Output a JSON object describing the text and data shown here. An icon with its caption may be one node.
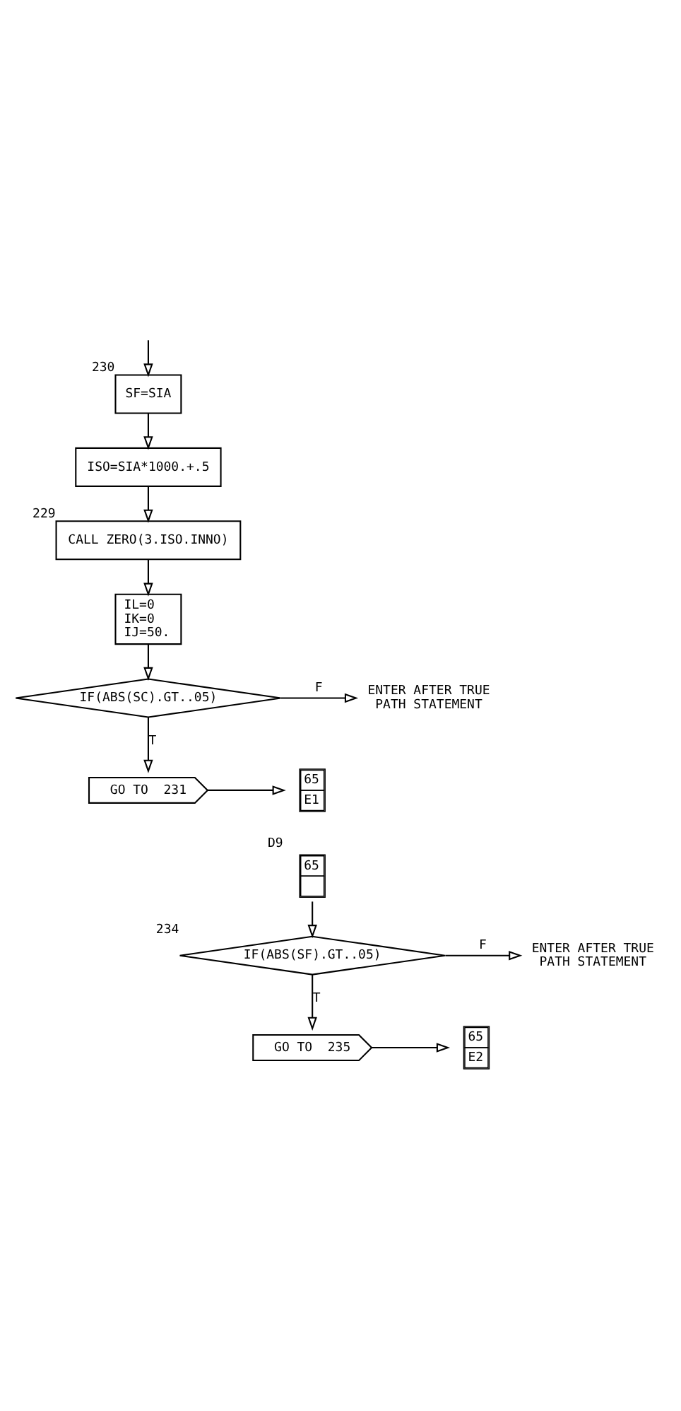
{
  "diagram": {
    "nodes": [
      {
        "text": [
          "SF=SIA"
        ],
        "beside": [
          "230"
        ]
      },
      {
        "text": [
          "ISO=SIA*1000.+.5"
        ]
      },
      {
        "text": [
          "CALL ZERO(3.ISO.INNO)"
        ],
        "beside": [
          "229"
        ]
      },
      {
        "text": [
          "IL=0",
          "IK=0",
          "IJ=50."
        ]
      },
      {
        "text": [
          "IF(ABS(SC).GT..05)"
        ]
      },
      {
        "text": [
          "ENTER AFTER TRUE PATH STATEMENT"
        ]
      },
      {
        "text": [
          "GO TO  231"
        ]
      },
      {
        "text": [
          "65",
          "E1"
        ]
      },
      {
        "text": [
          "65"
        ],
        "beside": [
          "D9"
        ]
      },
      {
        "text": [
          "IF(ABS(SF).GT..05)"
        ],
        "beside": [
          "234"
        ]
      },
      {
        "text": [
          "ENTER AFTER TRUE PATH STATEMENT"
        ]
      },
      {
        "text": [
          "GO TO  235"
        ]
      },
      {
        "text": [
          "65",
          "E2"
        ]
      }
    ],
    "edges": [
      {
        "from": null,
        "to": 0,
        "arrow": "to"
      },
      {
        "from": 0,
        "to": 1,
        "arrow": "to"
      },
      {
        "from": 1,
        "to": 2,
        "arrow": "to"
      },
      {
        "from": 2,
        "to": 3,
        "arrow": "to"
      },
      {
        "from": 3,
        "to": 4,
        "arrow": "to"
      },
      {
        "from": 4,
        "to": 5,
        "arrow": "to",
        "label": "F"
      },
      {
        "from": 4,
        "to": 6,
        "arrow": "to",
        "label": "T"
      },
      {
        "from": 6,
        "to": 7,
        "arrow": "to"
      },
      {
        "from": 8,
        "to": 9,
        "arrow": "to"
      },
      {
        "from": 9,
        "to": 10,
        "arrow": "to",
        "label": "F"
      },
      {
        "from": 9,
        "to": 11,
        "arrow": "to",
        "label": "T"
      },
      {
        "from": 11,
        "to": 12,
        "arrow": "to"
      }
    ]
  }
}
